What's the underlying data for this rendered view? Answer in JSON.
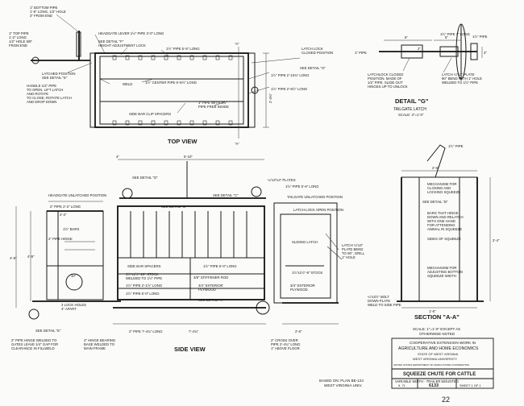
{
  "top_view": {
    "title": "TOP VIEW",
    "labels": {
      "bottom_pipe": "1\" BOTTOM PIPE",
      "bottom_pipe_2": "1'-8\" LONG, 1/2\" HOLE",
      "bottom_pipe_3": "3\" FROM END",
      "top_pipe": "1\" TOP PIPE",
      "top_pipe_2": "1'-2\" LONG",
      "top_pipe_3": "1/2\" HOLE 5/8\"",
      "top_pipe_4": "FROM END",
      "headgate_lever": "HEADGATE LEVER 1½\" PIPE 3'-0\" LONG",
      "see_detail_f": "SEE DETAIL \"F\"",
      "height_adj": "HEIGHT ADJUSTMENT LOCK",
      "pipe_156": "1½\" PIPE 5'-6\" LONG",
      "latched_position": "LATCHED POSITION",
      "see_detail_e": "SEE DETAIL \"E\"",
      "handle": "HANDLE 1/2\" PIPE",
      "handle_2": "TO OPEN, LIFT LATCH",
      "handle_3": "AND ROTATE",
      "handle_4": "TO CLOSE, ROTATE LATCH",
      "handle_5": "AND DROP DOWN",
      "weld": "WELD",
      "center_pipe": "1½\" CENTER PIPE 6'-9½\" LONG",
      "side_bar_clip": "SIDE BAR CLIP SPACERS",
      "pipe_1_1_4": "1\" PIPE WITH 1¼\"",
      "pipe_free": "PIPE FREE INSIDE",
      "latch_lock": "LATCH LOCK",
      "closed_position": "CLOSED POSITION",
      "see_detail_g": "SEE DETAIL \"G\"",
      "pipe_2_10": "1½\" PIPE 2'-10¾\" LONG",
      "pipe_2_8": "1½\" PIPE 2'-8½\" LONG",
      "dim_side": "2'-4¾\"",
      "sec_a": "\"A\""
    }
  },
  "detail_g": {
    "title": "DETAIL \"G\"",
    "subtitle": "TAILGATE LATCH",
    "scale": "SCALE: 3\"=1'-0\"",
    "labels": {
      "pipe_1": "1\" PIPE",
      "pipe_1_5": "1½\" PIPE",
      "pipe_7": "1½\" PIPE 7\" LONG",
      "latchlock": "LATCHLOCK CLOSED",
      "latchlock_2": "POSITION. MADE OF",
      "latchlock_3": "1/2\" PIPE. SLIDE OUT",
      "latchlock_4": "HINGES UP TO UNLOCK",
      "latch": "LATCH ¼\"x3\" PLATE",
      "latch_2": "90° BEND WITH 1\" HOLE",
      "latch_3": "WELDED TO 1½\" PIPE",
      "d6": "6\"",
      "d5": "5\"",
      "d2": "2\"",
      "d3": "3\""
    }
  },
  "side_view": {
    "title": "SIDE VIEW",
    "labels": {
      "see_detail_d": "SEE DETAIL \"D\"",
      "see_detail_b": "SEE DETAIL \"B\"",
      "see_detail_c": "SEE DETAIL \"C\"",
      "headgate_unlatched": "HEADGATE UNLATCHED POSITION",
      "pipe_2_2": "2\" PIPE 2'-2\" LONG",
      "plates": "¼\"x3\"x4\" PLATES",
      "pipe_5_6": "1½\" PIPE 5'-6\" LONG",
      "tailgate_unlatched": "TAILGATE UNLATCHED POSITION",
      "latchlock_open": "LATCH-LOCK OPEN POSITION",
      "sliding_latch": "SLIDING LATCH",
      "latch_plate": "LATCH ¼\"x3\"",
      "latch_plate_2": "PLATE BEND",
      "latch_plate_3": "TO 90°, DRILL",
      "latch_plate_4": "1\" HOLE",
      "bars": "1½\" BARS",
      "pipe_hinge": "2\" PIPE HINGE",
      "d2_2": "2'-2\"",
      "d10": "10\"",
      "d2_6": "2'-6\"",
      "d4_9": "4'-9\"",
      "d2_4": "2'-4\"",
      "pipe_10": "2\" PIPE 10\" LONG",
      "bar_spacers": "SIDE BAR SPACERS",
      "stock": "1½\"x1½\"-20\" STOCK",
      "stock_2": "WELDED TO 1½\" PIPE",
      "pipe_2_1": "1½\" PIPE 2'-1½\" LONG",
      "pipe_6_0": "1½\" PIPE 6'-0\" LONG",
      "see_detail_a": "SEE DETAIL \"A\"",
      "pipe_10_0": "1½\" PIPE 10'-0\" LONG",
      "stiffener": "3/8\" STIFFENER ROD",
      "exterior": "3/4\" EXTERIOR",
      "plywood": "PLYWOOD",
      "stock_8": "1½\"x1½\"-8\" STOCK",
      "exterior_2": "3/4\" EXTERIOR",
      "plywood_2": "PLYWOOD",
      "lock_holes": "3 LOCK HOLES",
      "lock_holes_2": "4\" APART",
      "pipe_hinge_welded": "2\" PIPE HINGE WELDED TO",
      "pipe_hinge_welded_2": "GATES LEAVE 1/4\" GAP FOR",
      "pipe_hinge_welded_3": "CLEARANCE IN FILLWELD",
      "hinge_bearing": "2\" HINGE BEARING",
      "hinge_bearing_2": "BASE WELDED TO",
      "hinge_bearing_3": "MAIN FRAME",
      "pipe_7_4": "2\" PIPE 7'-4¾\" LONG",
      "d7_4": "7'-4¾\"",
      "crosses": "2\" CROSS OVER",
      "crosses_2": "PIPE 2'-4¾\" LONG",
      "crosses_3": "1\" ABOVE FLOOR",
      "see_detail_e": "SEE DETAIL \"E\"",
      "d5_10": "5'-10\"",
      "d4": "4\"",
      "d4_8": "4'-8\""
    }
  },
  "section_aa": {
    "title": "SECTION \"A-A\"",
    "labels": {
      "pipe": "1½\" PIPE",
      "mechanism": "MECHANISM FOR",
      "mechanism_2": "CLOSING AND",
      "mechanism_3": "LOCKING SQUEEZE",
      "see_detail_b": "SEE DETAIL \"B\"",
      "bars": "BARS THAT HINGE",
      "bars_2": "DOWN AND RELATCH",
      "bars_3": "WITH ONE HAND",
      "bars_4": "FOR ATTENDING",
      "bars_5": "ANIMAL IN SQUEEZE",
      "sides": "SIDES OF SQUEEZE",
      "adjust": "MECHANISM FOR",
      "adjust_2": "ADJUSTING BOTTOM",
      "adjust_3": "SQUEEZE WIDTH",
      "bolt": "¼\"x3½\" BOLT",
      "bolt_2": "DOWN PLATE",
      "bolt_3": "WELD TO SIDE PIPE",
      "d2_6": "2'-6\"",
      "d1_6": "1'-6\"",
      "d2_4": "2'-4\""
    }
  },
  "scale_note": "SCALE: 1\"=1'-0\" EXCEPT AS",
  "scale_note_2": "OTHERWISE NOTED",
  "title_block": {
    "line1": "COOPERATIVE EXTENSION WORK IN",
    "line2": "AGRICULTURE AND HOME ECONOMICS",
    "line3": "STATE OF WEST VIRGINIA",
    "line4": "WEST VIRGINIA UNIVERSITY",
    "line5": "UNITED STATES DEPARTMENT OF AGRICULTURE COOPERATING",
    "title": "SQUEEZE CHUTE FOR CATTLE",
    "subtitle": "VARIABLE WIDTH - TRAILER MOUNTED",
    "date": "9. 71",
    "number": "6133",
    "sheet": "SHEET 1 OF 1"
  },
  "based_on": "BASED ON: PLAN BE-124",
  "based_on_2": "WEST VIRGINIA UNIV.",
  "page_number": "22"
}
